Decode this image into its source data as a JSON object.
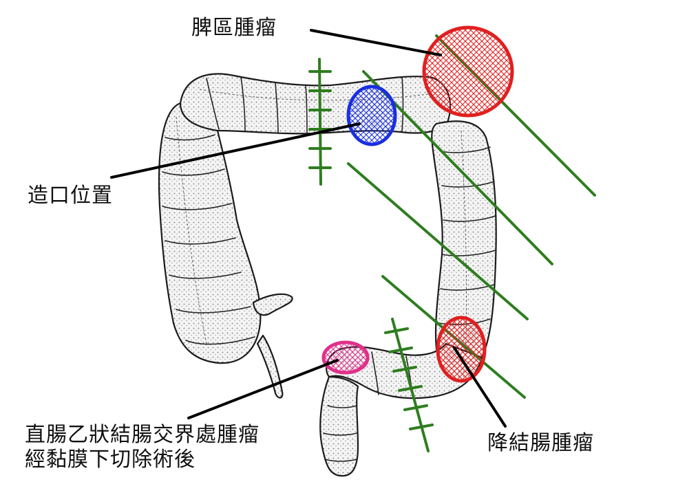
{
  "labels": {
    "splenic_tumor": "脾區腫瘤",
    "stoma_site": "造口位置",
    "rectosigmoid_line1": "直腸乙狀結腸交界處腫瘤",
    "rectosigmoid_line2": "經黏膜下切除術後",
    "descending_tumor": "降結腸腫瘤"
  },
  "colors": {
    "splenic_marker": "#e02020",
    "stoma_marker": "#1a2fe0",
    "rectosigmoid_marker": "#e0308a",
    "descending_marker": "#e02020",
    "resection_lines": "#2e7d1e",
    "colon_outline": "#1a1a1a",
    "pointer_lines": "#000000"
  }
}
